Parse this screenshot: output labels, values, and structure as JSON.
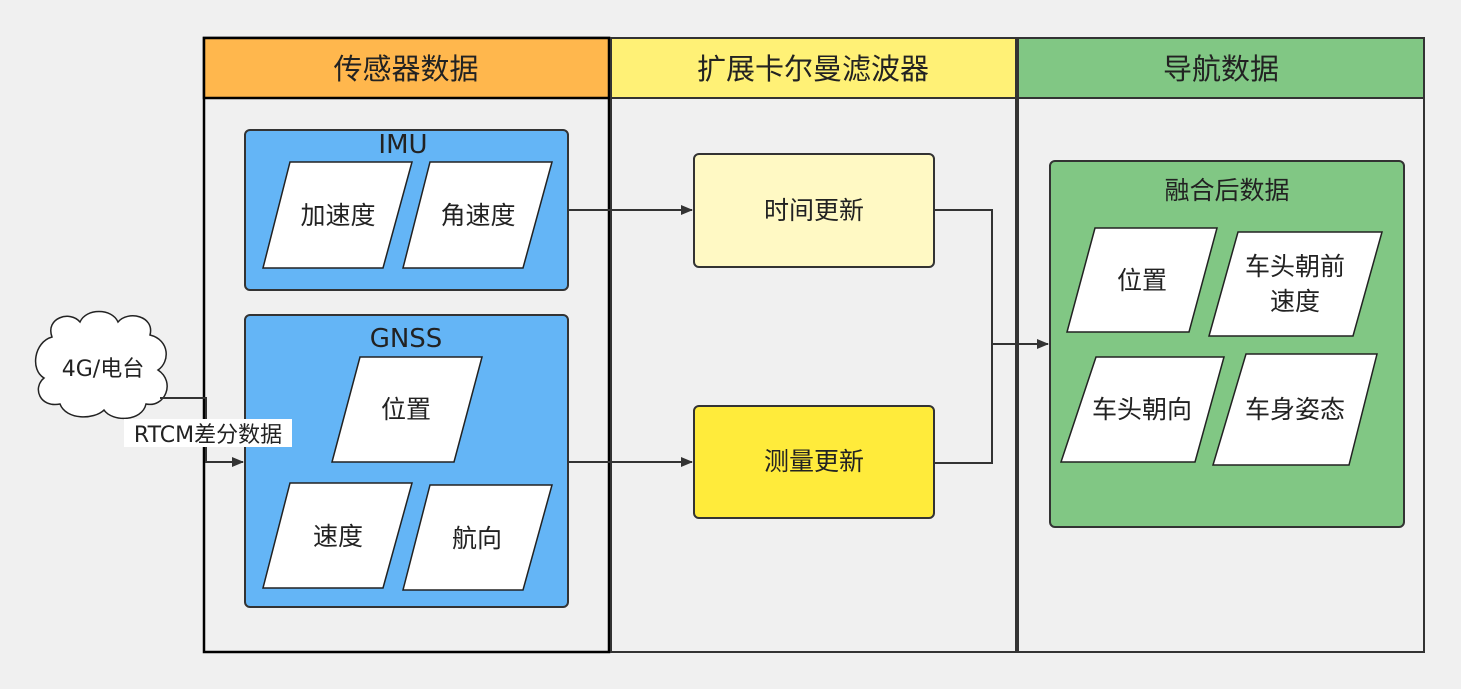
{
  "colors": {
    "background": "#f0f0f0",
    "col1_header": "#ffb74d",
    "col2_header": "#fff176",
    "col3_header": "#81c784",
    "blue_group": "#64b5f6",
    "green_group": "#81c784",
    "time_update": "#fff9c4",
    "measure_update": "#ffeb3b",
    "border": "#262626"
  },
  "columns": {
    "sensor": "传感器数据",
    "ekf": "扩展卡尔曼滤波器",
    "nav": "导航数据"
  },
  "imu": {
    "title": "IMU",
    "accel": "加速度",
    "gyro": "角速度"
  },
  "gnss": {
    "title": "GNSS",
    "position": "位置",
    "velocity": "速度",
    "heading": "航向"
  },
  "cloud": {
    "label": "4G/电台",
    "edge_label": "RTCM差分数据"
  },
  "ekf": {
    "time_update": "时间更新",
    "measure_update": "测量更新"
  },
  "fused": {
    "title": "融合后数据",
    "position": "位置",
    "forward_speed_line1": "车头朝前",
    "forward_speed_line2": "速度",
    "heading": "车头朝向",
    "attitude": "车身姿态"
  }
}
